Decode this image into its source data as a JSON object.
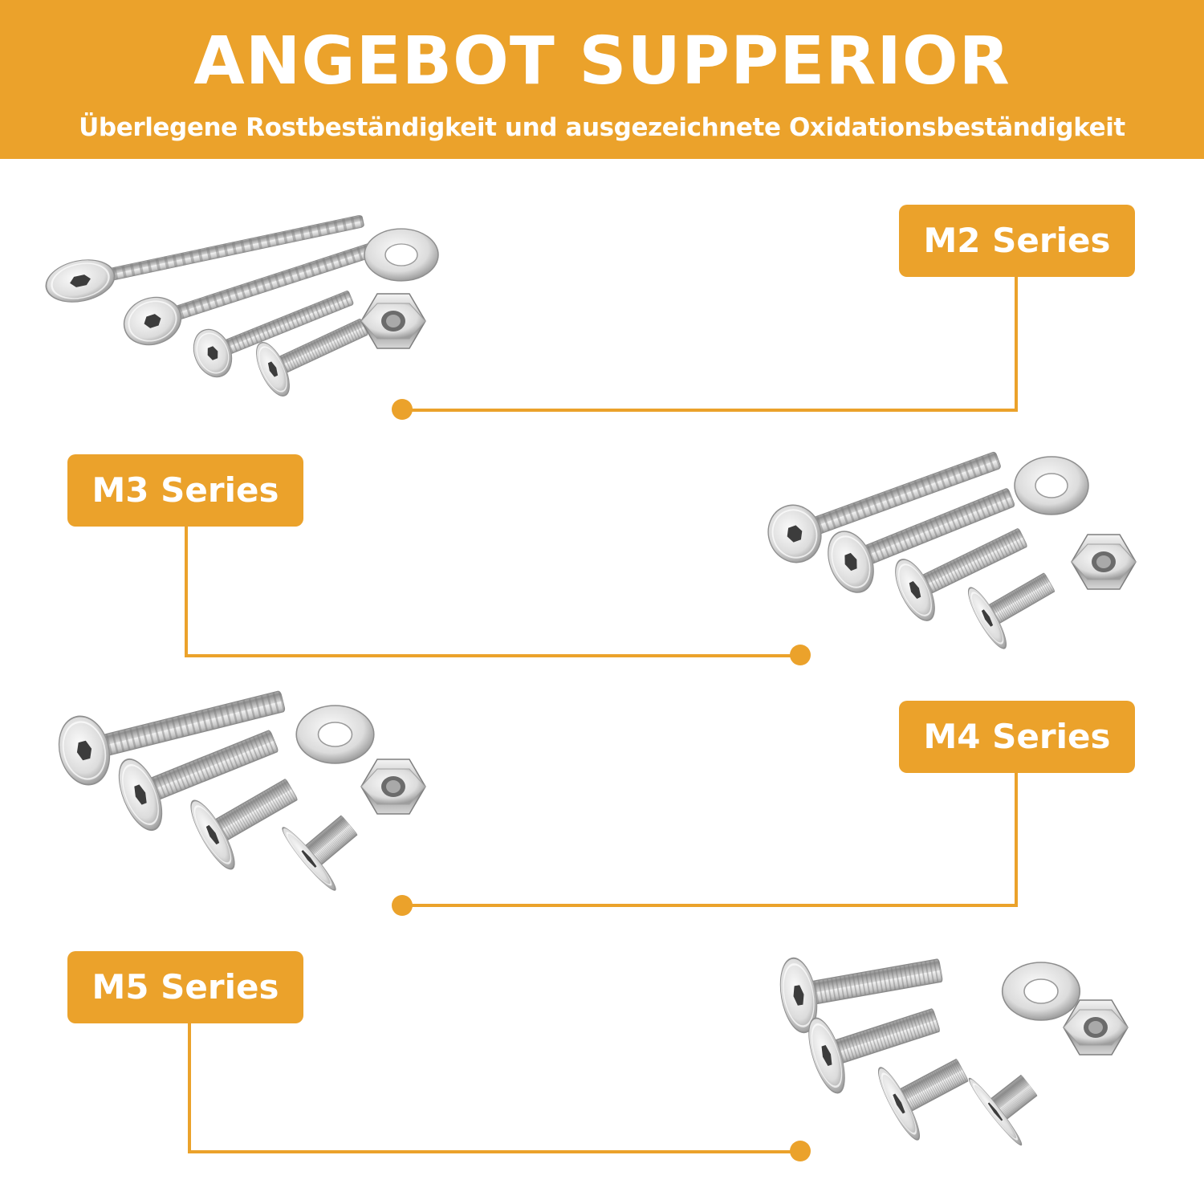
{
  "header": {
    "title": "ANGEBOT SUPPERIOR",
    "subtitle": "Überlegene Rostbeständigkeit und ausgezeichnete Oxidationsbeständigkeit"
  },
  "series": [
    {
      "label": "M2 Series"
    },
    {
      "label": "M3 Series"
    },
    {
      "label": "M4 Series"
    },
    {
      "label": "M5 Series"
    }
  ],
  "colors": {
    "accent": "#eba22b",
    "background": "#ffffff",
    "text_on_accent": "#ffffff"
  }
}
